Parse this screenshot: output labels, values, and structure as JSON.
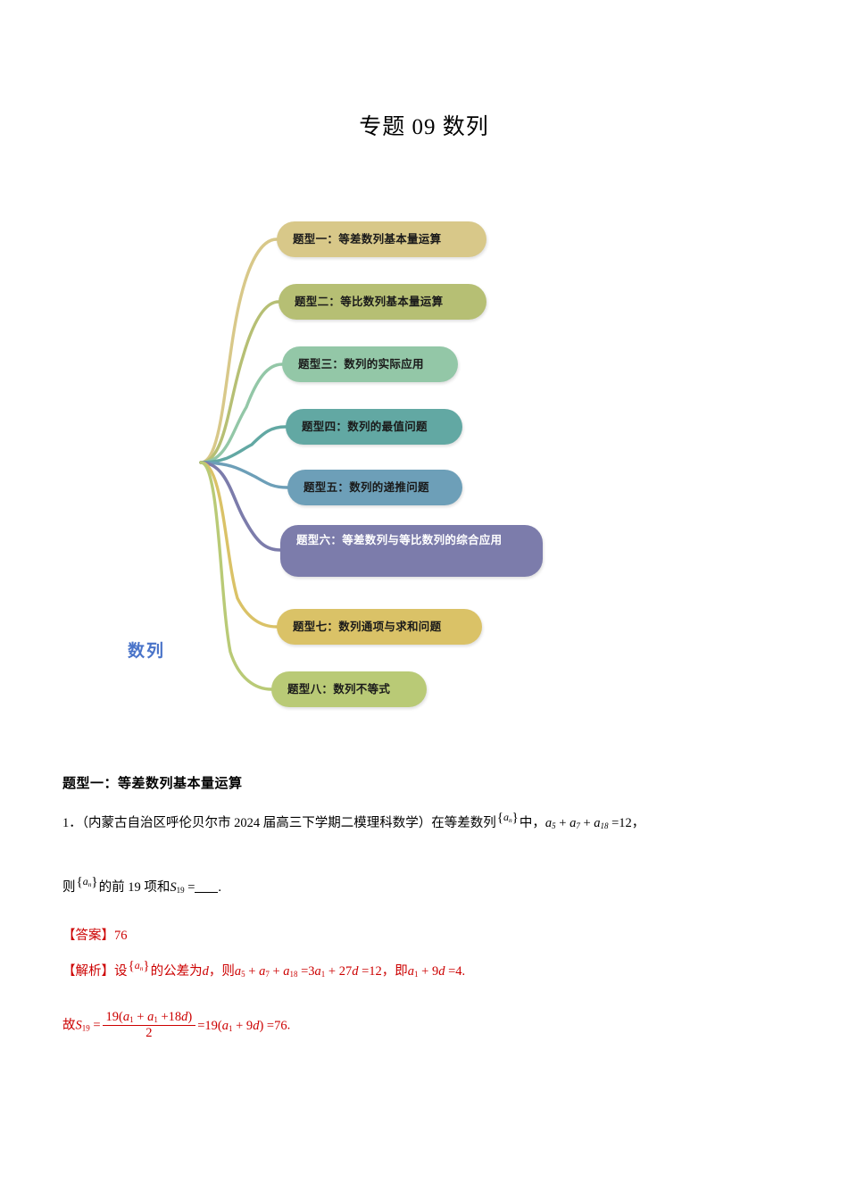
{
  "document": {
    "title": "专题 09  数列"
  },
  "mindmap": {
    "root_label": "数列",
    "root_color": "#4a74c9",
    "nodes": [
      {
        "label": "题型一：等差数列基本量运算",
        "color": "#d8c889",
        "text_color": "#1a1a1a"
      },
      {
        "label": "题型二：等比数列基本量运算",
        "color": "#b6bf74",
        "text_color": "#1a1a1a"
      },
      {
        "label": "题型三：数列的实际应用",
        "color": "#93c7a7",
        "text_color": "#1a1a1a"
      },
      {
        "label": "题型四：数列的最值问题",
        "color": "#62a8a3",
        "text_color": "#1a1a1a"
      },
      {
        "label": "题型五：数列的递推问题",
        "color": "#6d9fb8",
        "text_color": "#1a1a1a"
      },
      {
        "label": "题型六：等差数列与等比数列的综合应用",
        "color": "#7c7cab",
        "text_color": "#ffffff"
      },
      {
        "label": "题型七：数列通项与求和问题",
        "color": "#dac267",
        "text_color": "#1a1a1a"
      },
      {
        "label": "题型八：数列不等式",
        "color": "#b9ca76",
        "text_color": "#1a1a1a"
      }
    ]
  },
  "section": {
    "heading": "题型一：等差数列基本量运算"
  },
  "problem": {
    "number": "1．",
    "source_open": "（内蒙古自治区呼伦贝尔市 2024 届高三下学期二模理科数学）",
    "stem_pre": "在等差数列",
    "seq_symbol": "a",
    "seq_subscript": "n",
    "stem_mid": "中，",
    "condition": "a₅ + a₇ + a₁₈ =12",
    "condition_terms": [
      "a",
      "5",
      "a",
      "7",
      "a",
      "18",
      "=12"
    ],
    "comma": "，",
    "line2_pre": "则",
    "line2_mid": "的前 19 项和",
    "sum_symbol": "S",
    "sum_subscript": "19",
    "equals": "=",
    "period": "."
  },
  "answer": {
    "label": "【答案】",
    "value": "76"
  },
  "solution": {
    "label": "【解析】",
    "set_text": "设",
    "diff_text": "的公差为",
    "d_symbol": "d",
    "then_text": "，则",
    "expr1_left": "a₅ + a₇ + a₁₈",
    "expr1_right": "=3a₁ + 27d =12",
    "comma": "，",
    "ie_text": "即",
    "expr2": "a₁ + 9d =4",
    "period": ".",
    "final_prefix": "故",
    "final_S": "S",
    "final_S_sub": "19",
    "final_eq": "=",
    "numerator": "19(a₁ + a₁ +18d)",
    "denominator": "2",
    "final_tail": "=19(a₁ + 9d) =76",
    "final_period": "."
  },
  "colors": {
    "red": "#cc0000",
    "root_blue": "#4a74c9"
  }
}
